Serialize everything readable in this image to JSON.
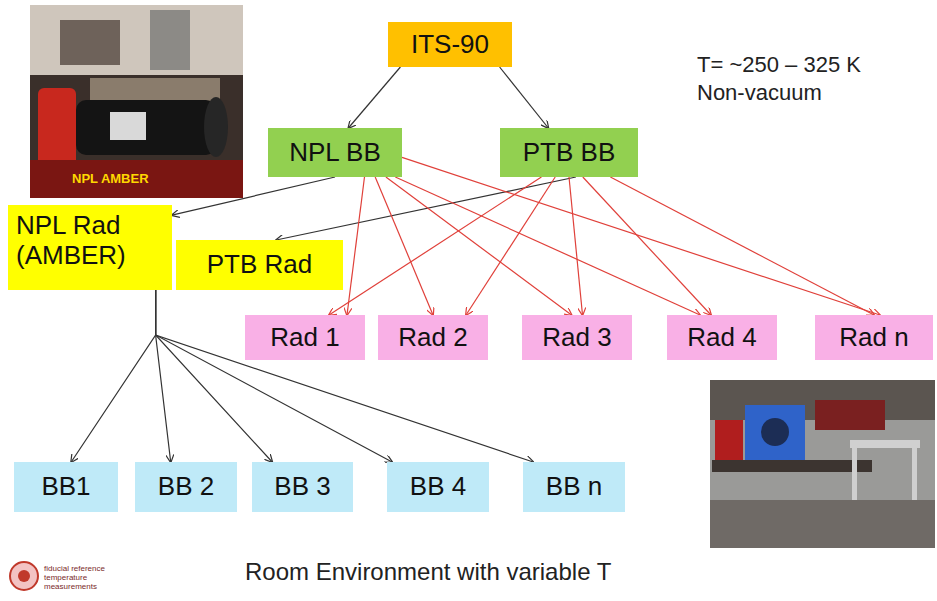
{
  "diagram": {
    "caption": "Room Environment with variable T",
    "nodes": [
      {
        "text": [
          "ITS-90"
        ]
      },
      {
        "text": [
          "NPL BB"
        ]
      },
      {
        "text": [
          "PTB BB"
        ]
      },
      {
        "text": [
          "NPL Rad (AMBER)"
        ]
      },
      {
        "text": [
          "PTB Rad"
        ]
      },
      {
        "text": [
          "Rad 1"
        ]
      },
      {
        "text": [
          "Rad 2"
        ]
      },
      {
        "text": [
          "Rad 3"
        ]
      },
      {
        "text": [
          "Rad 4"
        ]
      },
      {
        "text": [
          "Rad n"
        ]
      },
      {
        "text": [
          "BB1"
        ]
      },
      {
        "text": [
          "BB 2"
        ]
      },
      {
        "text": [
          "BB 3"
        ]
      },
      {
        "text": [
          "BB 4"
        ]
      },
      {
        "text": [
          "BB n"
        ]
      }
    ],
    "edges": [
      {
        "from": 0,
        "to": 1,
        "arrow": "to"
      },
      {
        "from": 0,
        "to": 2,
        "arrow": "to"
      },
      {
        "from": 1,
        "to": 3,
        "arrow": "to"
      },
      {
        "from": 2,
        "to": 4,
        "arrow": "to"
      },
      {
        "from": 1,
        "to": 5,
        "arrow": "to"
      },
      {
        "from": 1,
        "to": 6,
        "arrow": "to"
      },
      {
        "from": 1,
        "to": 7,
        "arrow": "to"
      },
      {
        "from": 1,
        "to": 8,
        "arrow": "to"
      },
      {
        "from": 1,
        "to": 9,
        "arrow": "to"
      },
      {
        "from": 2,
        "to": 5,
        "arrow": "to"
      },
      {
        "from": 2,
        "to": 6,
        "arrow": "to"
      },
      {
        "from": 2,
        "to": 7,
        "arrow": "to"
      },
      {
        "from": 2,
        "to": 8,
        "arrow": "to"
      },
      {
        "from": 2,
        "to": 9,
        "arrow": "to"
      },
      {
        "from": 3,
        "to": 10,
        "arrow": "to"
      },
      {
        "from": 3,
        "to": 11,
        "arrow": "to"
      },
      {
        "from": 3,
        "to": 12,
        "arrow": "to"
      },
      {
        "from": 3,
        "to": 13,
        "arrow": "to"
      },
      {
        "from": 3,
        "to": 14,
        "arrow": "to"
      }
    ],
    "labels": [
      "NPL AMBER",
      "T= ~250 – 325 K",
      "Non-vacuum",
      "fiducial reference temperature measurements"
    ]
  }
}
